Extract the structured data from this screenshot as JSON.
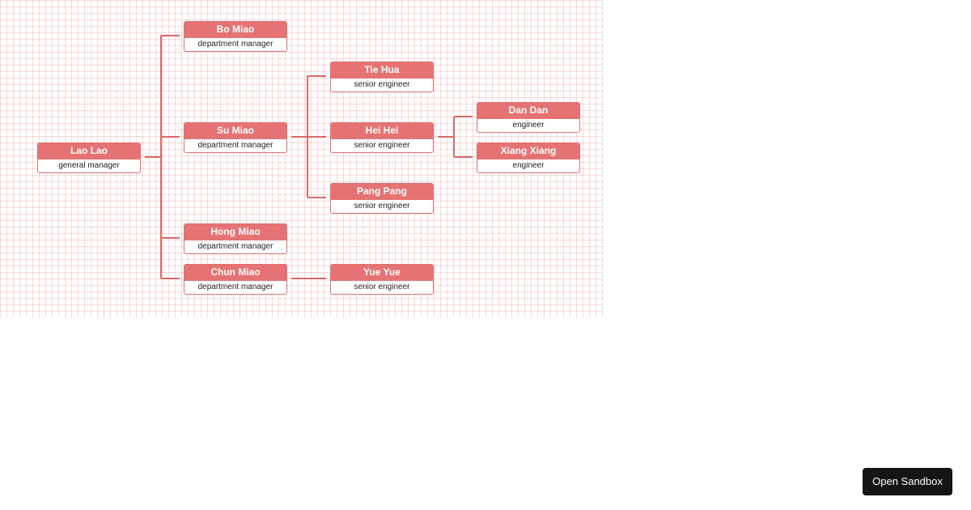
{
  "org_chart": {
    "root": {
      "name": "Lao Lao",
      "title": "general manager",
      "children": [
        {
          "name": "Bo Miao",
          "title": "department manager",
          "children": []
        },
        {
          "name": "Su Miao",
          "title": "department manager",
          "children": [
            {
              "name": "Tie Hua",
              "title": "senior engineer",
              "children": []
            },
            {
              "name": "Hei Hei",
              "title": "senior engineer",
              "children": [
                {
                  "name": "Dan Dan",
                  "title": "engineer",
                  "children": []
                },
                {
                  "name": "Xiang Xiang",
                  "title": "engineer",
                  "children": []
                }
              ]
            },
            {
              "name": "Pang Pang",
              "title": "senior engineer",
              "children": []
            }
          ]
        },
        {
          "name": "Hong Miao",
          "title": "department manager",
          "children": []
        },
        {
          "name": "Chun Miao",
          "title": "department manager",
          "children": [
            {
              "name": "Yue Yue",
              "title": "senior engineer",
              "children": []
            }
          ]
        }
      ]
    }
  },
  "colors": {
    "node_header": "#e57373",
    "node_border": "#e46f6f",
    "connector": "#d86a6a",
    "grid": "#f2c4c4",
    "sandbox_button_bg": "#151515"
  },
  "sandbox": {
    "label": "Open Sandbox"
  }
}
